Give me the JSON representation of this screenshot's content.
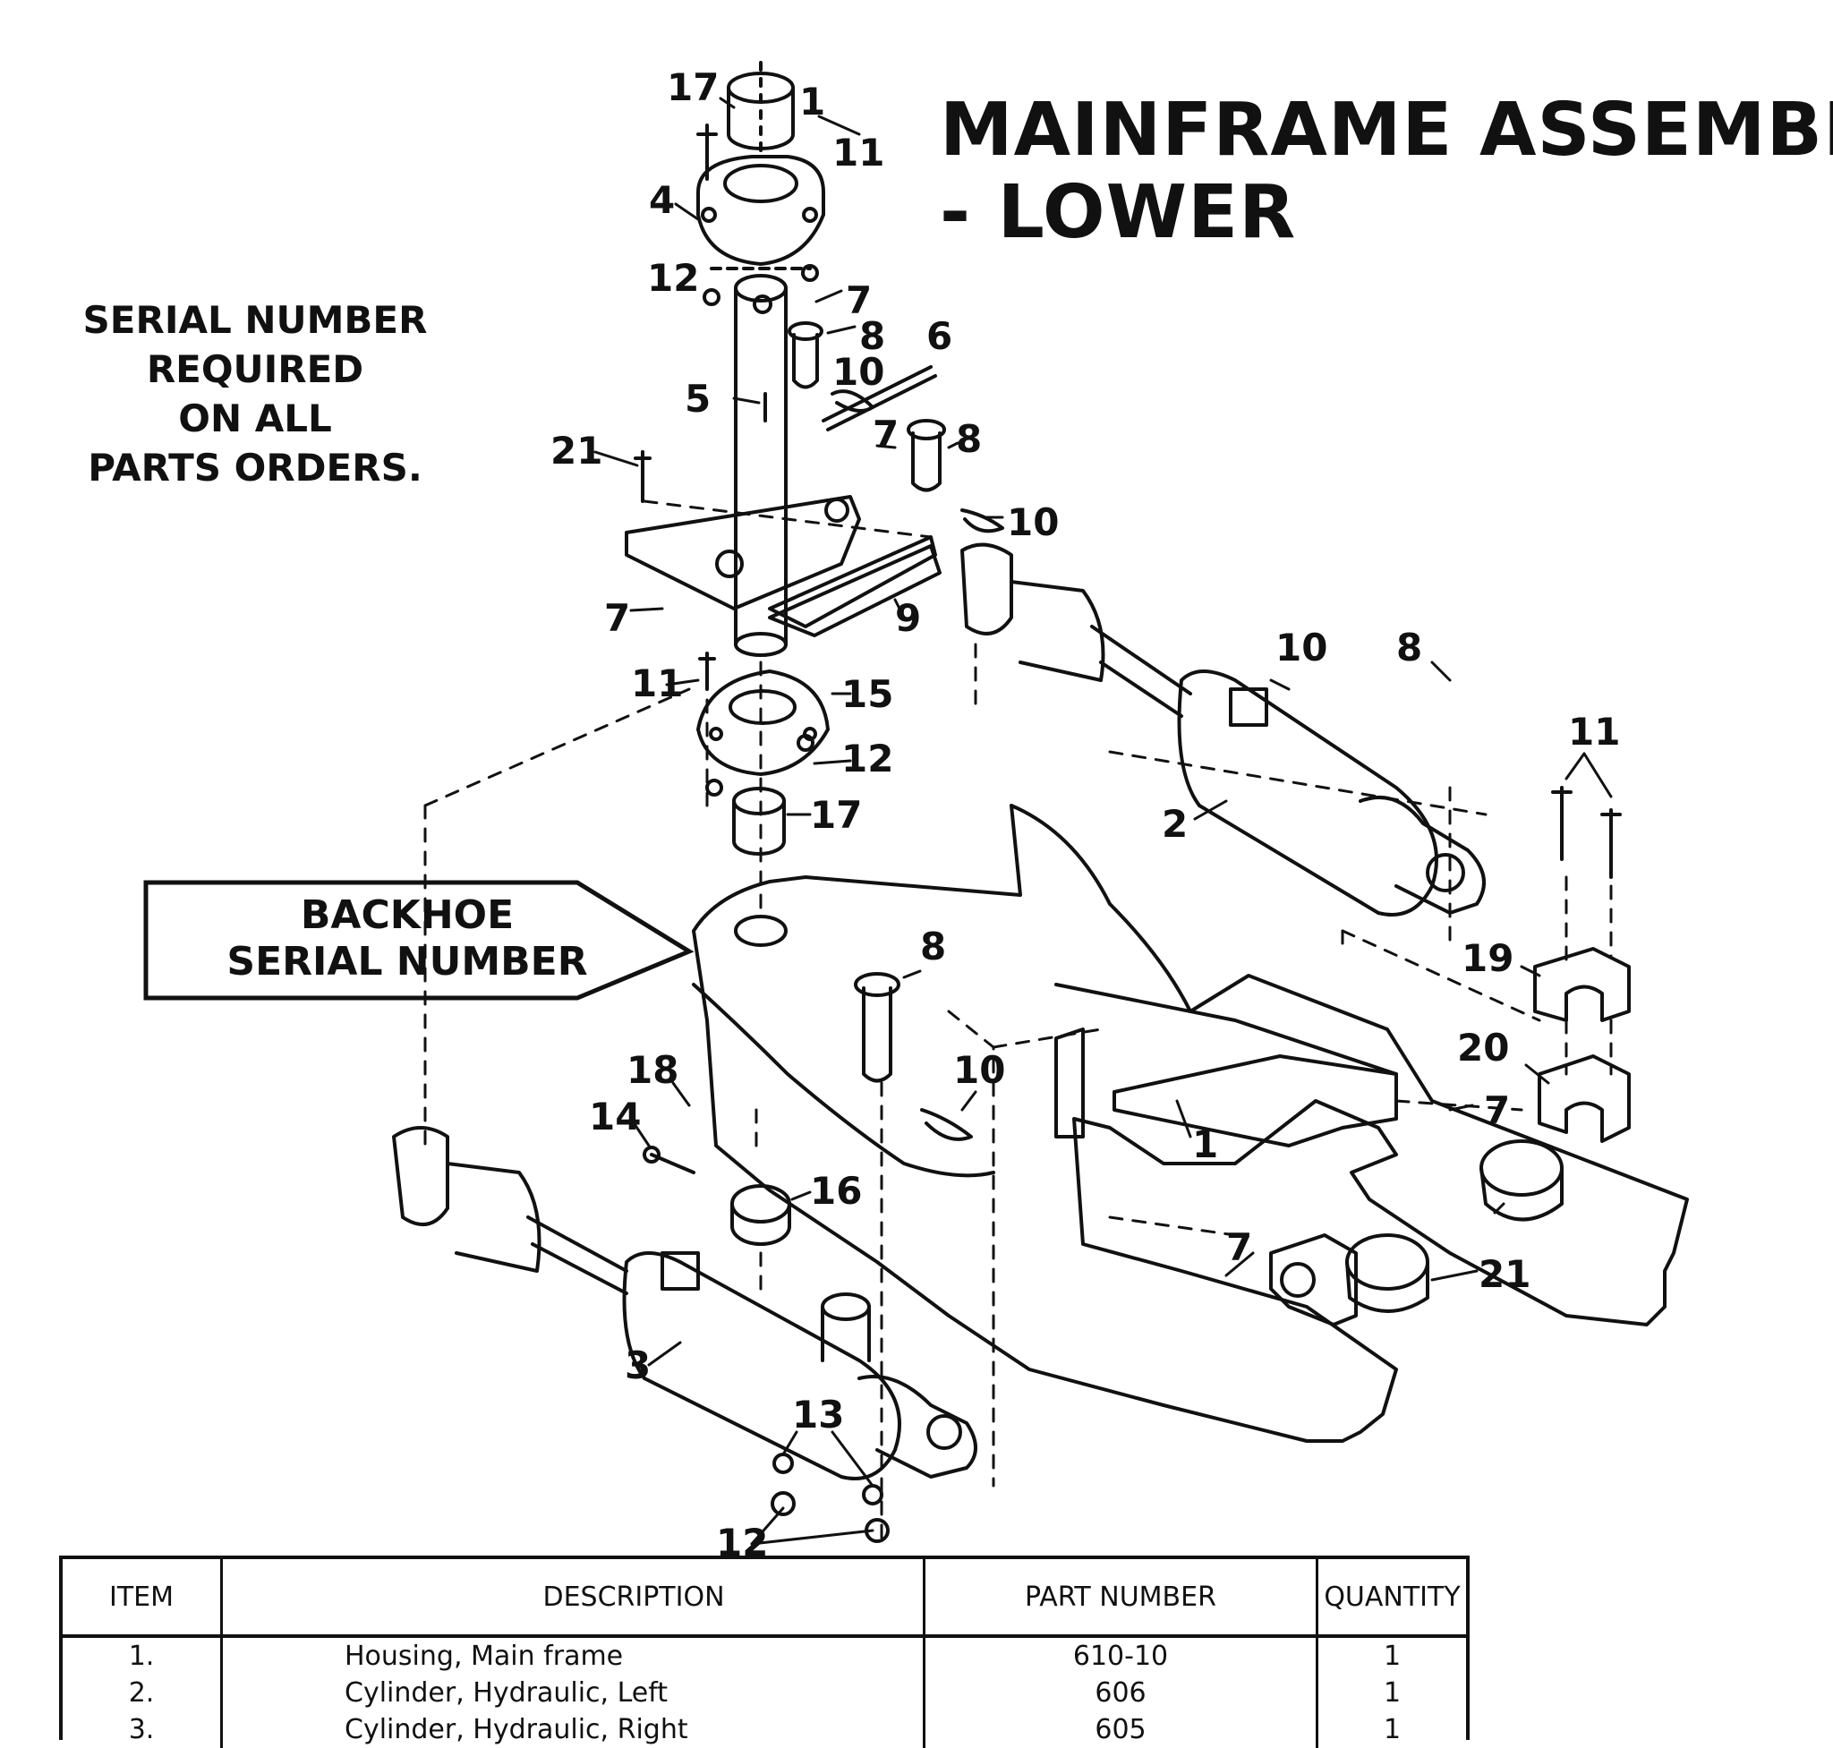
{
  "title": {
    "line1": "MAINFRAME ASSEMBLY",
    "line2": "- LOWER"
  },
  "serial_note": {
    "line1": "SERIAL NUMBER",
    "line2": "REQUIRED",
    "line3": "ON ALL",
    "line4": "PARTS ORDERS."
  },
  "callout": {
    "line1": "BACKHOE",
    "line2": "SERIAL NUMBER"
  },
  "callout_numbers": [
    "17",
    "1",
    "11",
    "4",
    "12",
    "7",
    "8",
    "6",
    "10",
    "5",
    "7",
    "8",
    "21",
    "10",
    "7",
    "9",
    "11",
    "15",
    "12",
    "17",
    "10",
    "8",
    "11",
    "2",
    "19",
    "8",
    "20",
    "18",
    "10",
    "14",
    "7",
    "16",
    "1",
    "7",
    "21",
    "3",
    "13",
    "12"
  ],
  "table": {
    "headers": {
      "item": "ITEM",
      "description": "DESCRIPTION",
      "part_number": "PART NUMBER",
      "quantity": "QUANTITY"
    },
    "rows": [
      {
        "item": "1.",
        "description": "Housing, Main frame",
        "part_number": "610-10",
        "quantity": "1"
      },
      {
        "item": "2.",
        "description": "Cylinder, Hydraulic, Left",
        "part_number": "606",
        "quantity": "1"
      },
      {
        "item": "3.",
        "description": "Cylinder, Hydraulic, Right",
        "part_number": "605",
        "quantity": "1"
      }
    ]
  },
  "colors": {
    "ink": "#111111",
    "paper": "#ffffff"
  }
}
